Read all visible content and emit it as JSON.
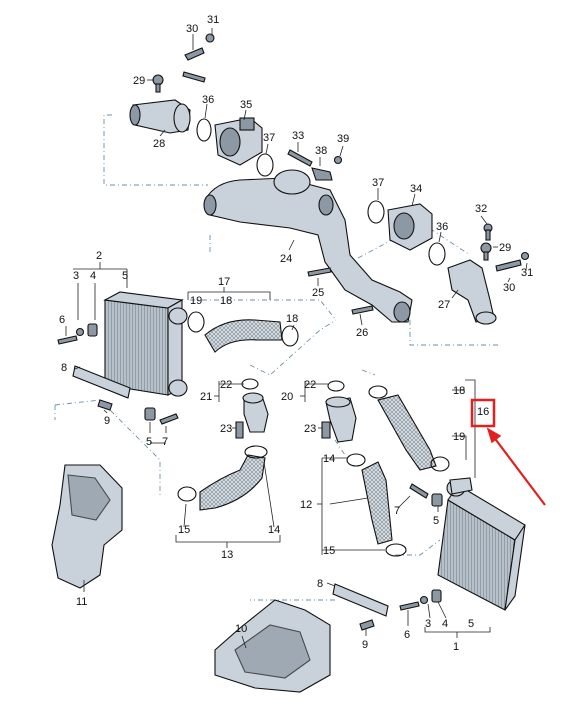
{
  "labels": {
    "n1": "1",
    "n2": "2",
    "n3a": "3",
    "n3b": "3",
    "n4a": "4",
    "n4b": "4",
    "n5a": "5",
    "n5b": "5",
    "n5c": "5",
    "n5d": "5",
    "n6a": "6",
    "n6b": "6",
    "n7": "7",
    "n8a": "8",
    "n8b": "8",
    "n9a": "9",
    "n9b": "9",
    "n10": "10",
    "n11": "11",
    "n12": "12",
    "n13": "13",
    "n14a": "14",
    "n14b": "14",
    "n15a": "15",
    "n15b": "15",
    "n16": "16",
    "n17": "17",
    "n18a": "18",
    "n18b": "18",
    "n18c": "18",
    "n19a": "19",
    "n19b": "19",
    "n20": "20",
    "n21": "21",
    "n22a": "22",
    "n22b": "22",
    "n23a": "23",
    "n23b": "23",
    "n24": "24",
    "n25": "25",
    "n26": "26",
    "n27": "27",
    "n28": "28",
    "n29a": "29",
    "n29b": "29",
    "n30a": "30",
    "n30b": "30",
    "n31a": "31",
    "n31b": "31",
    "n32": "32",
    "n33": "33",
    "n34": "34",
    "n35": "35",
    "n36a": "36",
    "n36b": "36",
    "n37a": "37",
    "n37b": "37",
    "n38": "38",
    "n39": "39"
  },
  "highlight": {
    "target": "16",
    "box_color": "#e0211f",
    "arrow_color": "#e0211f"
  }
}
